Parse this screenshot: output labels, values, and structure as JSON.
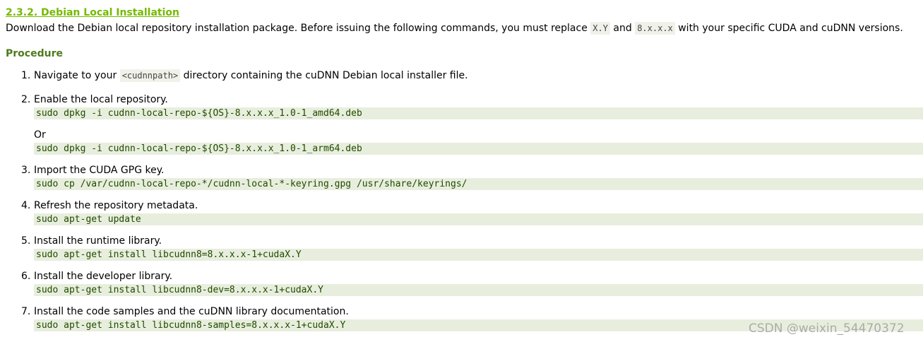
{
  "section": {
    "title": "2.3.2. Debian Local Installation"
  },
  "intro": {
    "before": "Download the Debian local repository installation package. Before issuing the following commands, you must replace ",
    "code1": "X.Y",
    "mid": " and ",
    "code2": "8.x.x.x",
    "after": " with your specific CUDA and cuDNN versions."
  },
  "procedure": {
    "heading": "Procedure",
    "steps": [
      {
        "num": "1.",
        "text_before": "Navigate to your ",
        "code": "<cudnnpath>",
        "text_after": " directory containing the cuDNN Debian local installer file."
      },
      {
        "num": "2.",
        "text": "Enable the local repository.",
        "cmd1": "sudo dpkg -i cudnn-local-repo-${OS}-8.x.x.x_1.0-1_amd64.deb",
        "or": "Or",
        "cmd2": "sudo dpkg -i cudnn-local-repo-${OS}-8.x.x.x_1.0-1_arm64.deb"
      },
      {
        "num": "3.",
        "text": "Import the CUDA GPG key.",
        "cmd": "sudo cp /var/cudnn-local-repo-*/cudnn-local-*-keyring.gpg /usr/share/keyrings/"
      },
      {
        "num": "4.",
        "text": "Refresh the repository metadata.",
        "cmd": "sudo apt-get update"
      },
      {
        "num": "5.",
        "text": "Install the runtime library.",
        "cmd": "sudo apt-get install libcudnn8=8.x.x.x-1+cudaX.Y"
      },
      {
        "num": "6.",
        "text": "Install the developer library.",
        "cmd": "sudo apt-get install libcudnn8-dev=8.x.x.x-1+cudaX.Y"
      },
      {
        "num": "7.",
        "text": "Install the code samples and the cuDNN library documentation.",
        "cmd": "sudo apt-get install libcudnn8-samples=8.x.x.x-1+cudaX.Y"
      }
    ]
  },
  "watermark": "CSDN @weixin_54470372",
  "colors": {
    "title": "#76b900",
    "procedure_heading": "#4e7a1d",
    "code_bg": "#e8eedd",
    "code_text": "#1f4a00"
  }
}
